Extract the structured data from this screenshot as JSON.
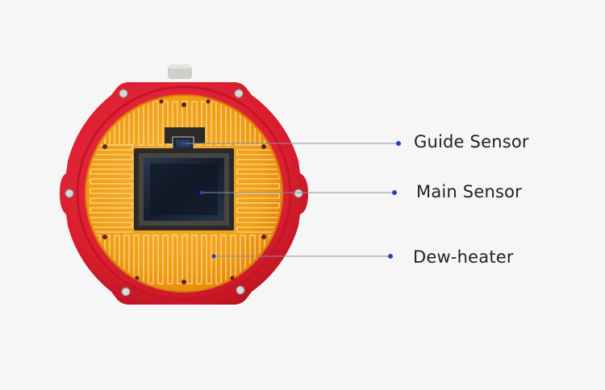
{
  "annotations": [
    {
      "id": "guide",
      "label": "Guide Sensor"
    },
    {
      "id": "main",
      "label": "Main Sensor"
    },
    {
      "id": "dew",
      "label": "Dew-heater"
    }
  ],
  "colors": {
    "background": "#f6f6f6",
    "camera_body": "#e02233",
    "heater_film": "#f2a21a",
    "heater_trace": "#f6d27a",
    "sensor_glass": "#1d2a3a",
    "leader_line": "#8a8fa6",
    "marker_dot": "#2440c8"
  }
}
